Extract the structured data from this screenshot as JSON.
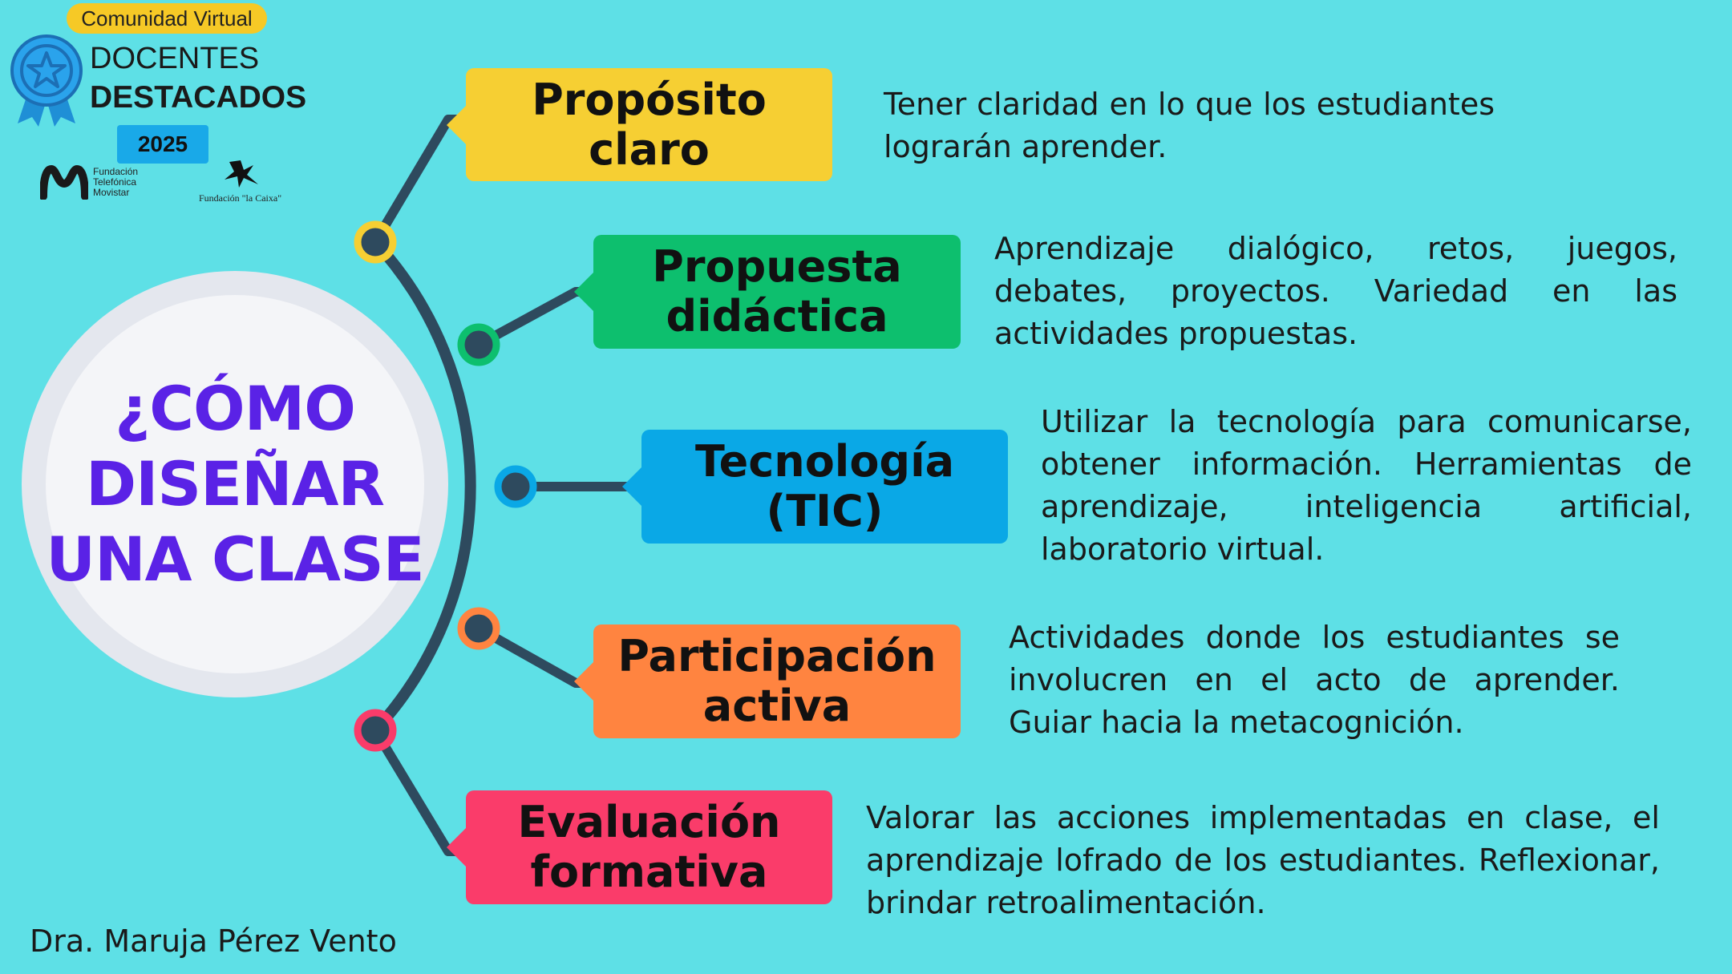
{
  "logo": {
    "badge": "Comunidad Virtual",
    "line1": "DOCENTES",
    "line2": "DESTACADOS",
    "year": "2025",
    "sponsor1": [
      "Fundación",
      "Telefónica",
      "Movistar"
    ],
    "sponsor2": "Fundación \"la Caixa\""
  },
  "title": [
    "¿CÓMO",
    "DISEÑAR",
    "UNA CLASE"
  ],
  "colors": {
    "background": "#5ee0e6",
    "title": "#5a22e6",
    "line": "#2e4a5e",
    "yellow": "#f6cf33",
    "green": "#0dbf6e",
    "blue": "#0aa8e6",
    "orange": "#ff8440",
    "pink": "#fa3c6a"
  },
  "items": [
    {
      "label": [
        "Propósito",
        "claro"
      ],
      "color": "#f6cf33",
      "description": "Tener claridad en lo que los estudiantes lograrán aprender."
    },
    {
      "label": [
        "Propuesta",
        "didáctica"
      ],
      "color": "#0dbf6e",
      "description": "Aprendizaje dialógico, retos, juegos, debates, proyectos. Variedad en las actividades propuestas."
    },
    {
      "label": [
        "Tecnología",
        "(TIC)"
      ],
      "color": "#0aa8e6",
      "description": "Utilizar la tecnología para comunicarse, obtener información. Herramientas de aprendizaje, inteligencia artificial, laboratorio virtual."
    },
    {
      "label": [
        "Participación",
        "activa"
      ],
      "color": "#ff8440",
      "description": "Actividades donde los estudiantes se involucren en el acto de aprender. Guiar hacia la metacognición."
    },
    {
      "label": [
        "Evaluación",
        "formativa"
      ],
      "color": "#fa3c6a",
      "description": "Valorar las acciones implementadas en clase, el aprendizaje lofrado de los estudiantes. Reflexionar, brindar retroalimentación."
    }
  ],
  "author": "Dra. Maruja Pérez Vento"
}
